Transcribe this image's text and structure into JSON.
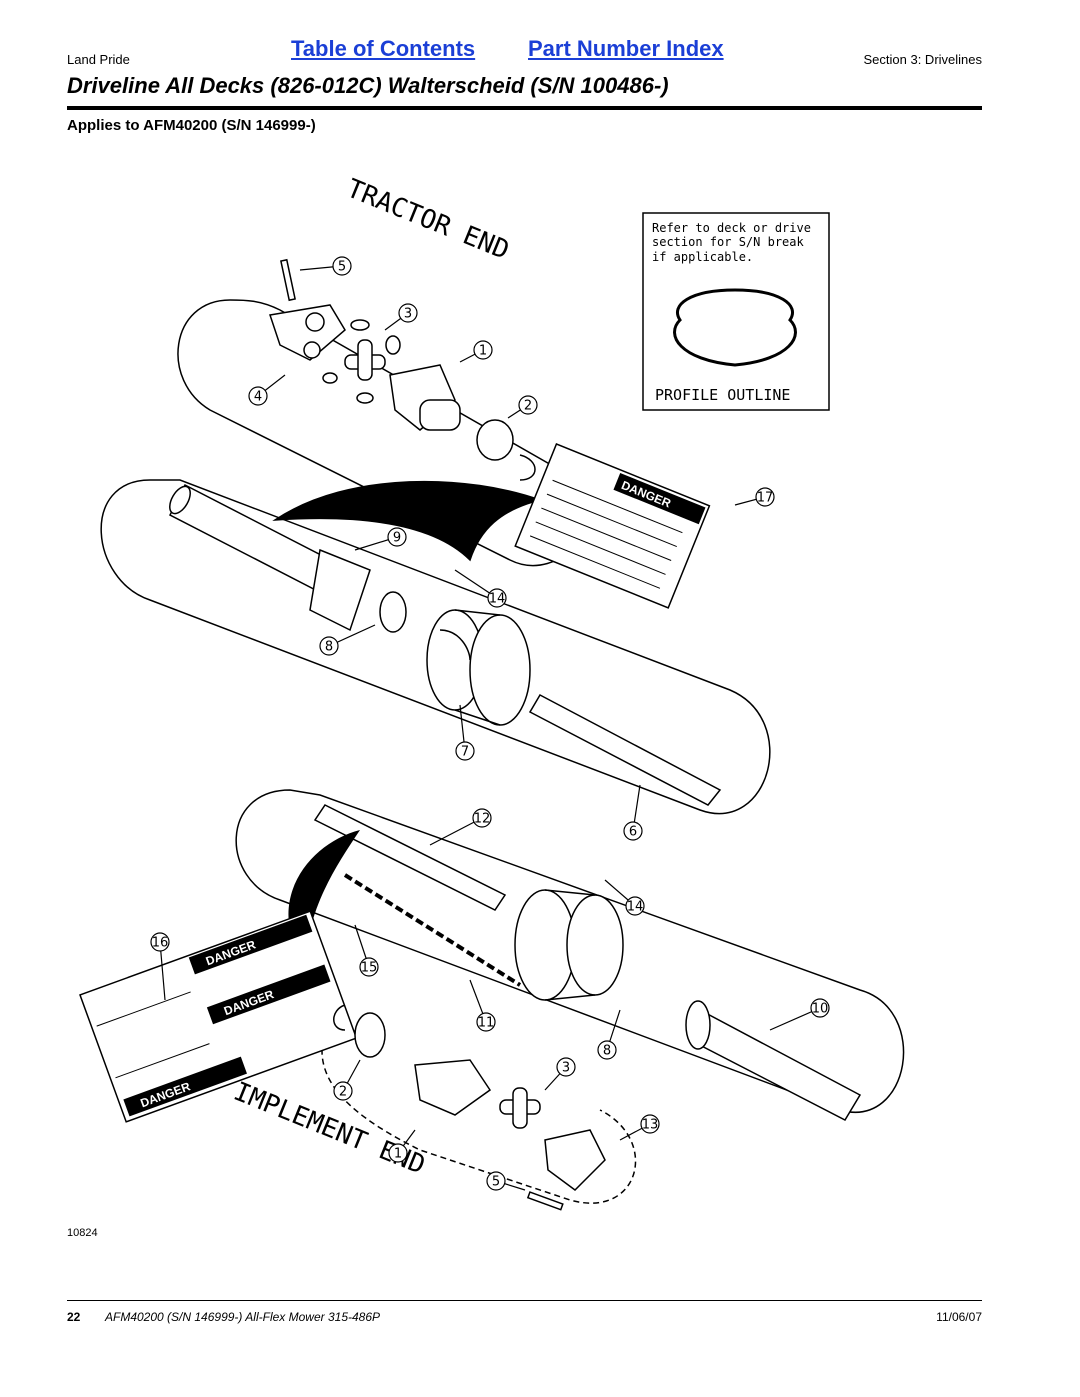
{
  "header": {
    "brand": "Land Pride",
    "toc_link": "Table of Contents",
    "part_index_link": "Part Number Index",
    "section": "Section 3: Drivelines",
    "title": "Driveline All Decks (826-012C) Walterscheid (S/N 100486-)",
    "applies": "Applies to AFM40200 (S/N 146999-)"
  },
  "diagram": {
    "tractor_end": "TRACTOR END",
    "implement_end": "IMPLEMENT END",
    "note_line1": "Refer to deck or drive",
    "note_line2": "section for S/N break",
    "note_line3": "if applicable.",
    "profile_outline": "PROFILE OUTLINE",
    "danger_word": "DANGER",
    "callouts": [
      "5",
      "3",
      "1",
      "4",
      "2",
      "17",
      "9",
      "14",
      "8",
      "7",
      "6",
      "12",
      "14",
      "16",
      "15",
      "10",
      "11",
      "8",
      "2",
      "3",
      "13",
      "1",
      "5"
    ],
    "figure_id": "10824"
  },
  "footer": {
    "page": "22",
    "description": "AFM40200 (S/N 146999-) All-Flex Mower 315-486P",
    "date": "11/06/07"
  }
}
